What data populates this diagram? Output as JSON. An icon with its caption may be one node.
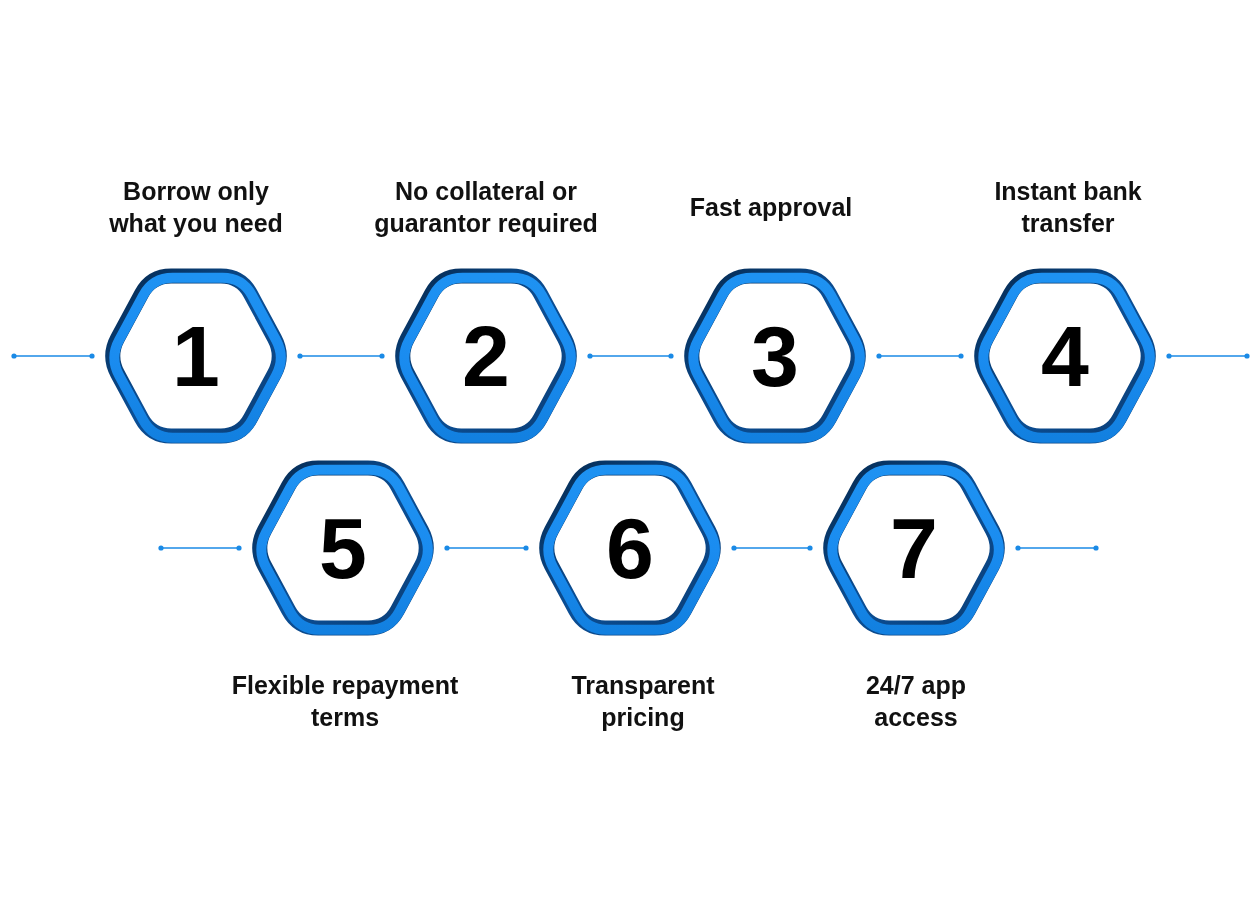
{
  "diagram": {
    "nodes": [
      {
        "text": [
          "1"
        ],
        "beside": [
          "Borrow only what you need"
        ]
      },
      {
        "text": [
          "2"
        ],
        "beside": [
          "No collateral or guarantor required"
        ]
      },
      {
        "text": [
          "3"
        ],
        "beside": [
          "Fast approval"
        ]
      },
      {
        "text": [
          "4"
        ],
        "beside": [
          "Instant bank transfer"
        ]
      },
      {
        "text": [
          "5"
        ],
        "beside": [
          "Flexible repayment terms"
        ]
      },
      {
        "text": [
          "6"
        ],
        "beside": [
          "Transparent pricing"
        ]
      },
      {
        "text": [
          "7"
        ],
        "beside": [
          "24/7 app access"
        ]
      }
    ],
    "edges": [
      {
        "from": null,
        "to": 0,
        "arrow": "other"
      },
      {
        "from": 0,
        "to": 1,
        "arrow": "other"
      },
      {
        "from": 1,
        "to": 2,
        "arrow": "other"
      },
      {
        "from": 2,
        "to": 3,
        "arrow": "other"
      },
      {
        "from": 3,
        "to": null,
        "arrow": "other"
      },
      {
        "from": null,
        "to": 4,
        "arrow": "other"
      },
      {
        "from": 4,
        "to": 5,
        "arrow": "other"
      },
      {
        "from": 5,
        "to": 6,
        "arrow": "other"
      },
      {
        "from": 6,
        "to": null,
        "arrow": "other"
      }
    ]
  }
}
